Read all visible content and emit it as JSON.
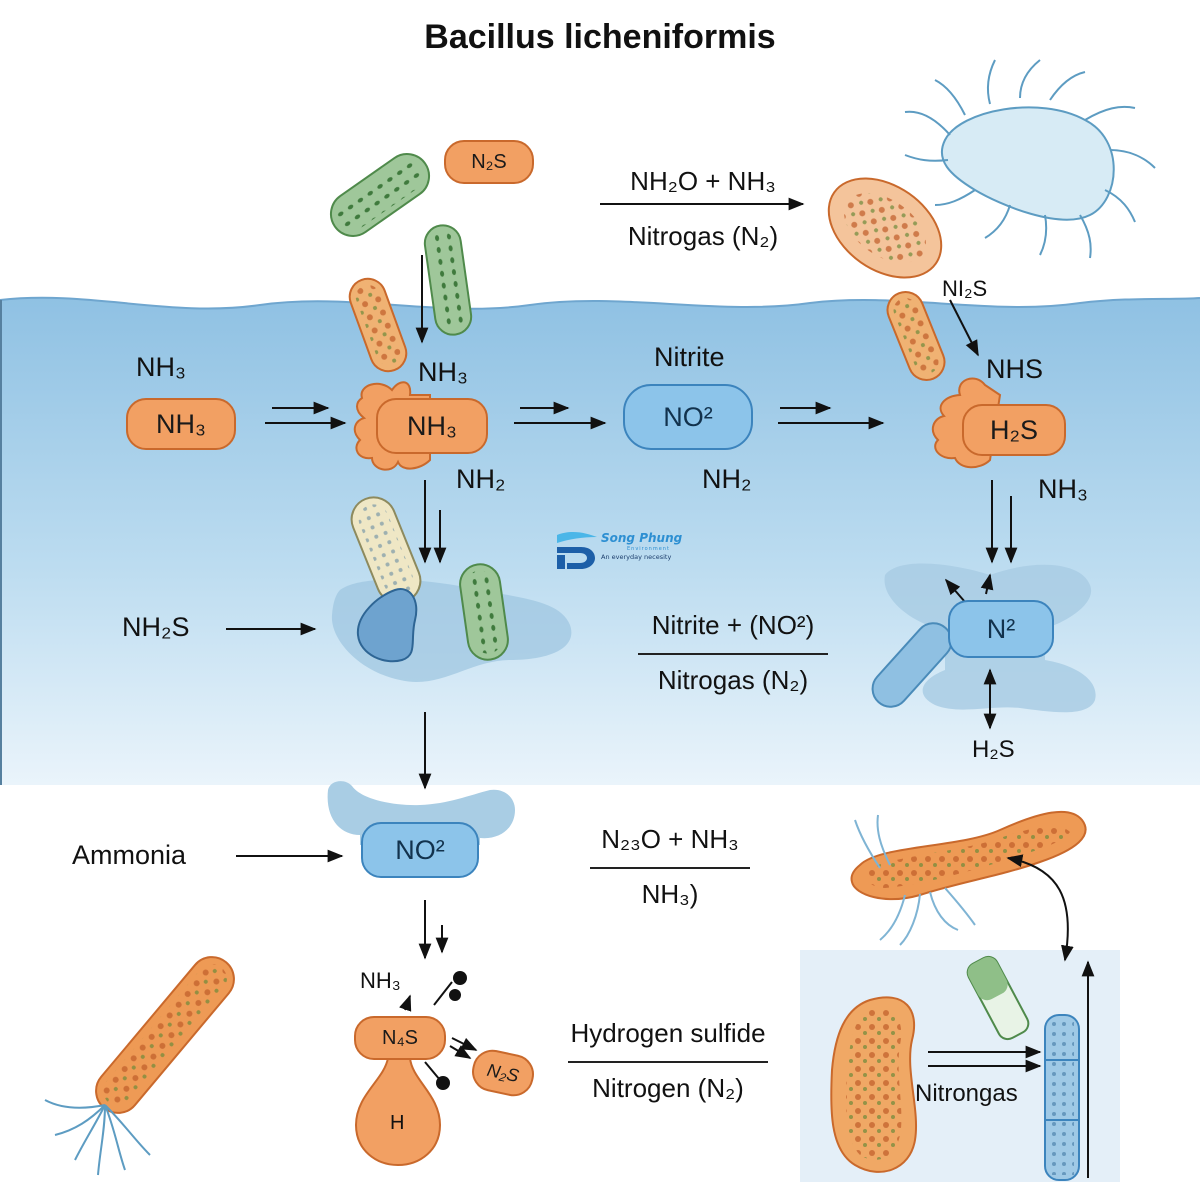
{
  "title": "Bacillus licheniformis",
  "logo": {
    "name": "Song Phung",
    "sub": "Environment",
    "tagline": "An everyday necesity"
  },
  "labels": {
    "nh3_left": "NH₃",
    "nh3_top": "NH₃",
    "nitrite": "Nitrite",
    "nh2_mid": "NH₂",
    "nh2_right": "NH₂",
    "ni2s": "NI₂S",
    "nhs": "NHS",
    "nh3_right": "NH₃",
    "nh2s": "NH₂S",
    "h2s_bottom": "H₂S",
    "ammonia": "Ammonia",
    "nh3_bottom": "NH₃",
    "nitrongas": "Nitrongas"
  },
  "pills": {
    "n2s_top": "N₂S",
    "nh3_left": "NH₃",
    "nh3_center": "NH₃",
    "no2_center": "NO²",
    "h2s_right": "H₂S",
    "n2_right": "N²",
    "no2_bottom": "NO²",
    "n4s": "N₄S",
    "n2s_bottom": "N₂S",
    "h": "H"
  },
  "reactions": [
    {
      "top": "NH₂O + NH₃",
      "bottom": "Nitrogas (N₂)"
    },
    {
      "top": "Nitrite + (NO²)",
      "bottom": "Nitrogas (N₂)"
    },
    {
      "top": "N₂₃O + NH₃",
      "bottom": "NH₃)"
    },
    {
      "top": "Hydrogen sulfide",
      "bottom": "Nitrogen (N₂)"
    }
  ],
  "colors": {
    "water_top": "#8fc1e3",
    "water_bottom": "#eaf4fb",
    "orange_fill": "#f2a063",
    "orange_stroke": "#c9692c",
    "blue_fill": "#8cc4ea",
    "blue_stroke": "#3c84bd",
    "green_cell": "#9fc79a"
  }
}
